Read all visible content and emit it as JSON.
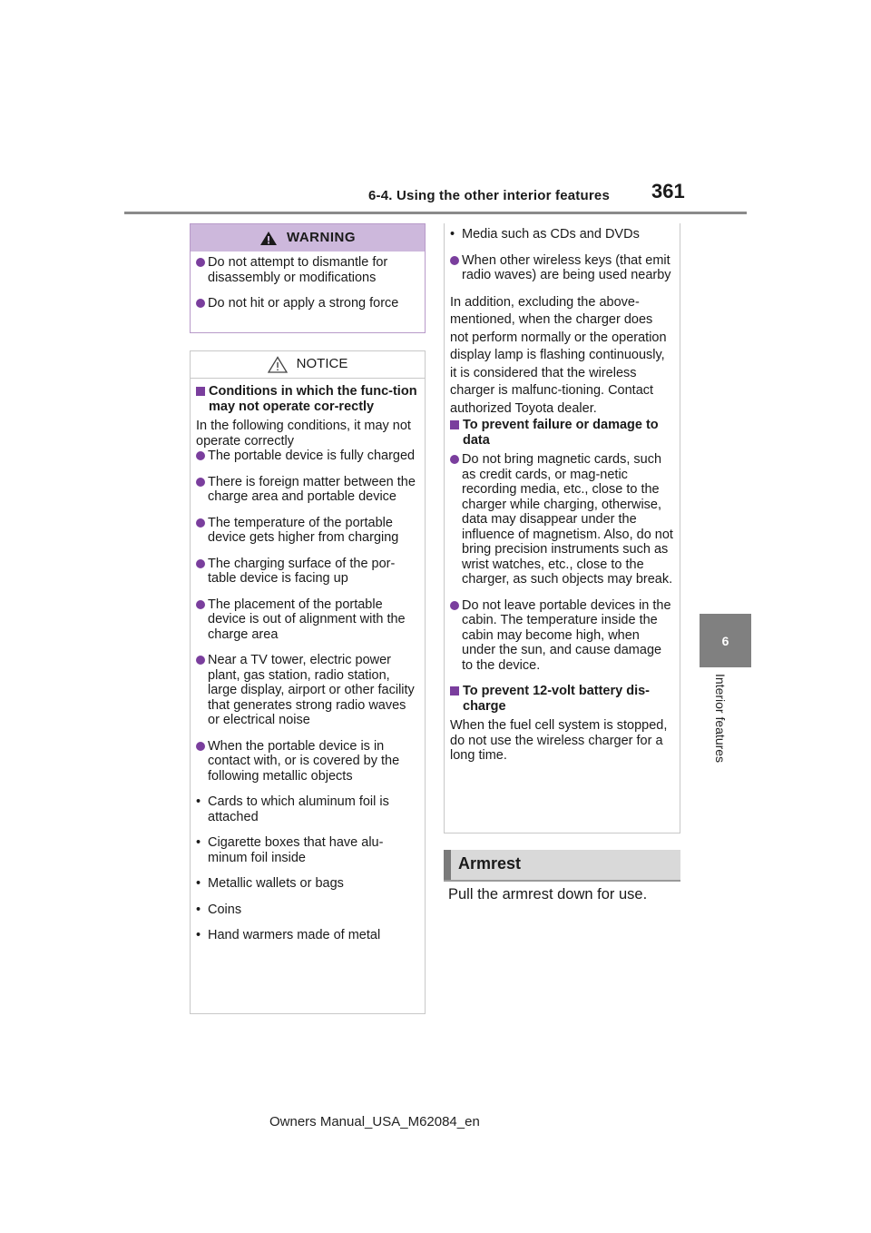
{
  "header": {
    "title": "6-4. Using the other interior features",
    "page_number": "361"
  },
  "side_tab": {
    "chapter": "6",
    "label": "Interior features"
  },
  "warning": {
    "heading": "WARNING",
    "bullets": [
      "Do not attempt to dismantle for disassembly or modifications",
      "Do not hit or apply a strong force"
    ]
  },
  "notice": {
    "heading": "NOTICE",
    "section_heading": "Conditions in which the func-tion may not operate cor-rectly",
    "intro": "In the following conditions, it may not operate correctly",
    "bullets": [
      "The portable device is fully charged",
      "There is foreign matter between the charge area and portable device",
      "The temperature of the portable device gets higher from charging",
      "The charging surface of the por-table device is facing up",
      "The placement of the portable device is out of alignment with the charge area",
      "Near a TV tower, electric power plant, gas station, radio station, large display, airport or other facility that generates strong radio waves or electrical noise",
      "When the portable device is in contact with, or is covered by the following metallic objects"
    ],
    "dash_items": [
      "Cards to which aluminum foil is attached",
      "Cigarette boxes that have alu-minum foil inside",
      "Metallic wallets or bags",
      "Coins",
      "Hand warmers made of metal"
    ]
  },
  "notice_cont": {
    "dash_item": "Media such as CDs and DVDs",
    "bullet": "When other wireless keys (that emit radio waves) are being used nearby",
    "paragraph": "In addition, excluding the above-mentioned, when the charger does not perform normally or the operation display lamp is flashing continuously, it is considered that the wireless charger is malfunc-tioning. Contact authorized Toyota dealer.",
    "section2_heading": "To prevent failure or damage to data",
    "section2_bullets": [
      "Do not bring magnetic cards, such as credit cards, or mag-netic recording media, etc., close to the charger while charging, otherwise, data may disappear under the influence of magnetism. Also, do not bring precision instruments such as wrist watches, etc., close to the charger, as such objects may break.",
      "Do not leave portable devices in the cabin. The temperature inside the cabin may become high, when under the sun, and cause damage to the device."
    ],
    "section3_heading": "To prevent 12-volt battery dis-charge",
    "section3_text": "When the fuel cell system is stopped, do not use the wireless charger for a long time."
  },
  "armrest": {
    "heading": "Armrest",
    "text": "Pull the armrest down for use."
  },
  "footer": "Owners Manual_USA_M62084_en"
}
